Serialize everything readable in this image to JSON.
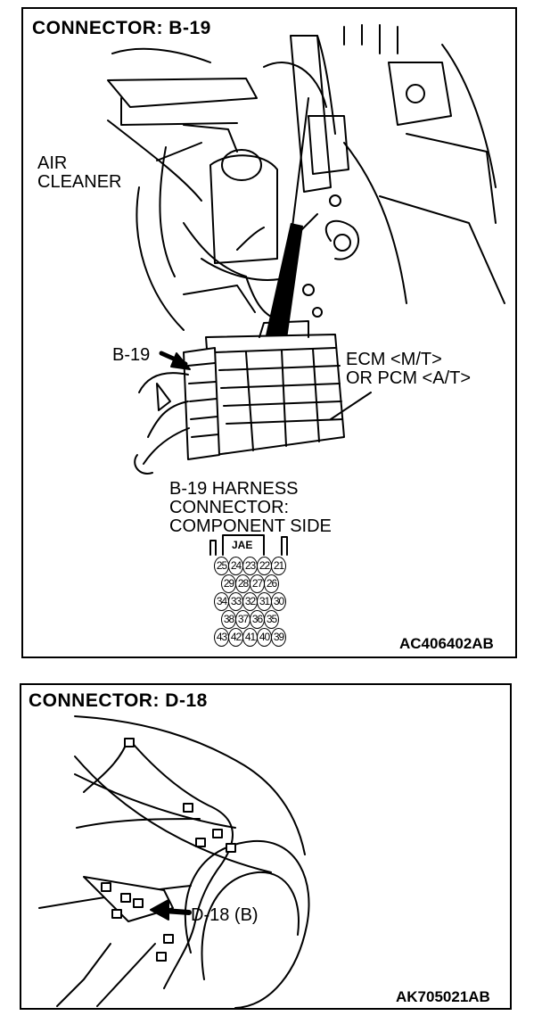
{
  "panel1": {
    "title": "CONNECTOR: B-19",
    "label_air_cleaner": "AIR\nCLEANER",
    "label_b19": "B-19",
    "label_ecm": "ECM <M/T>\nOR PCM <A/T>",
    "label_harness": "B-19 HARNESS\nCONNECTOR:\nCOMPONENT SIDE",
    "connector_brand": "JAE",
    "pin_rows": [
      [
        "25",
        "24",
        "23",
        "22",
        "21"
      ],
      [
        "29",
        "28",
        "27",
        "26"
      ],
      [
        "34",
        "33",
        "32",
        "31",
        "30"
      ],
      [
        "38",
        "37",
        "36",
        "35"
      ],
      [
        "43",
        "42",
        "41",
        "40",
        "39"
      ]
    ],
    "figure_code": "AC406402AB"
  },
  "panel2": {
    "title": "CONNECTOR: D-18",
    "label_d18": "D-18 (B)",
    "figure_code": "AK705021AB"
  }
}
